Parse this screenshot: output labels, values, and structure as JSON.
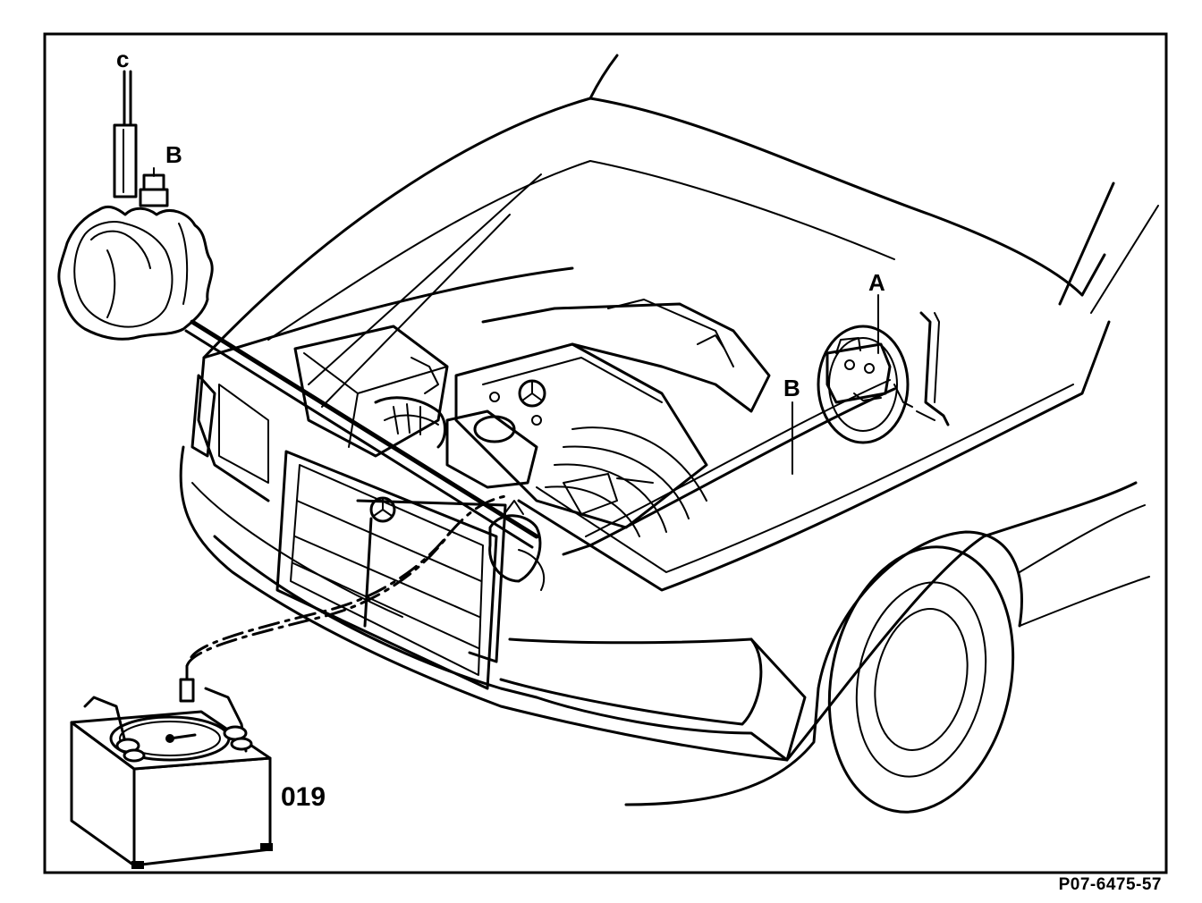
{
  "labels": {
    "upper_c": "c",
    "upper_b": "B",
    "booster_a": "A",
    "line_b": "B",
    "tool_number": "019",
    "figure_code": "P07-6475-57"
  }
}
